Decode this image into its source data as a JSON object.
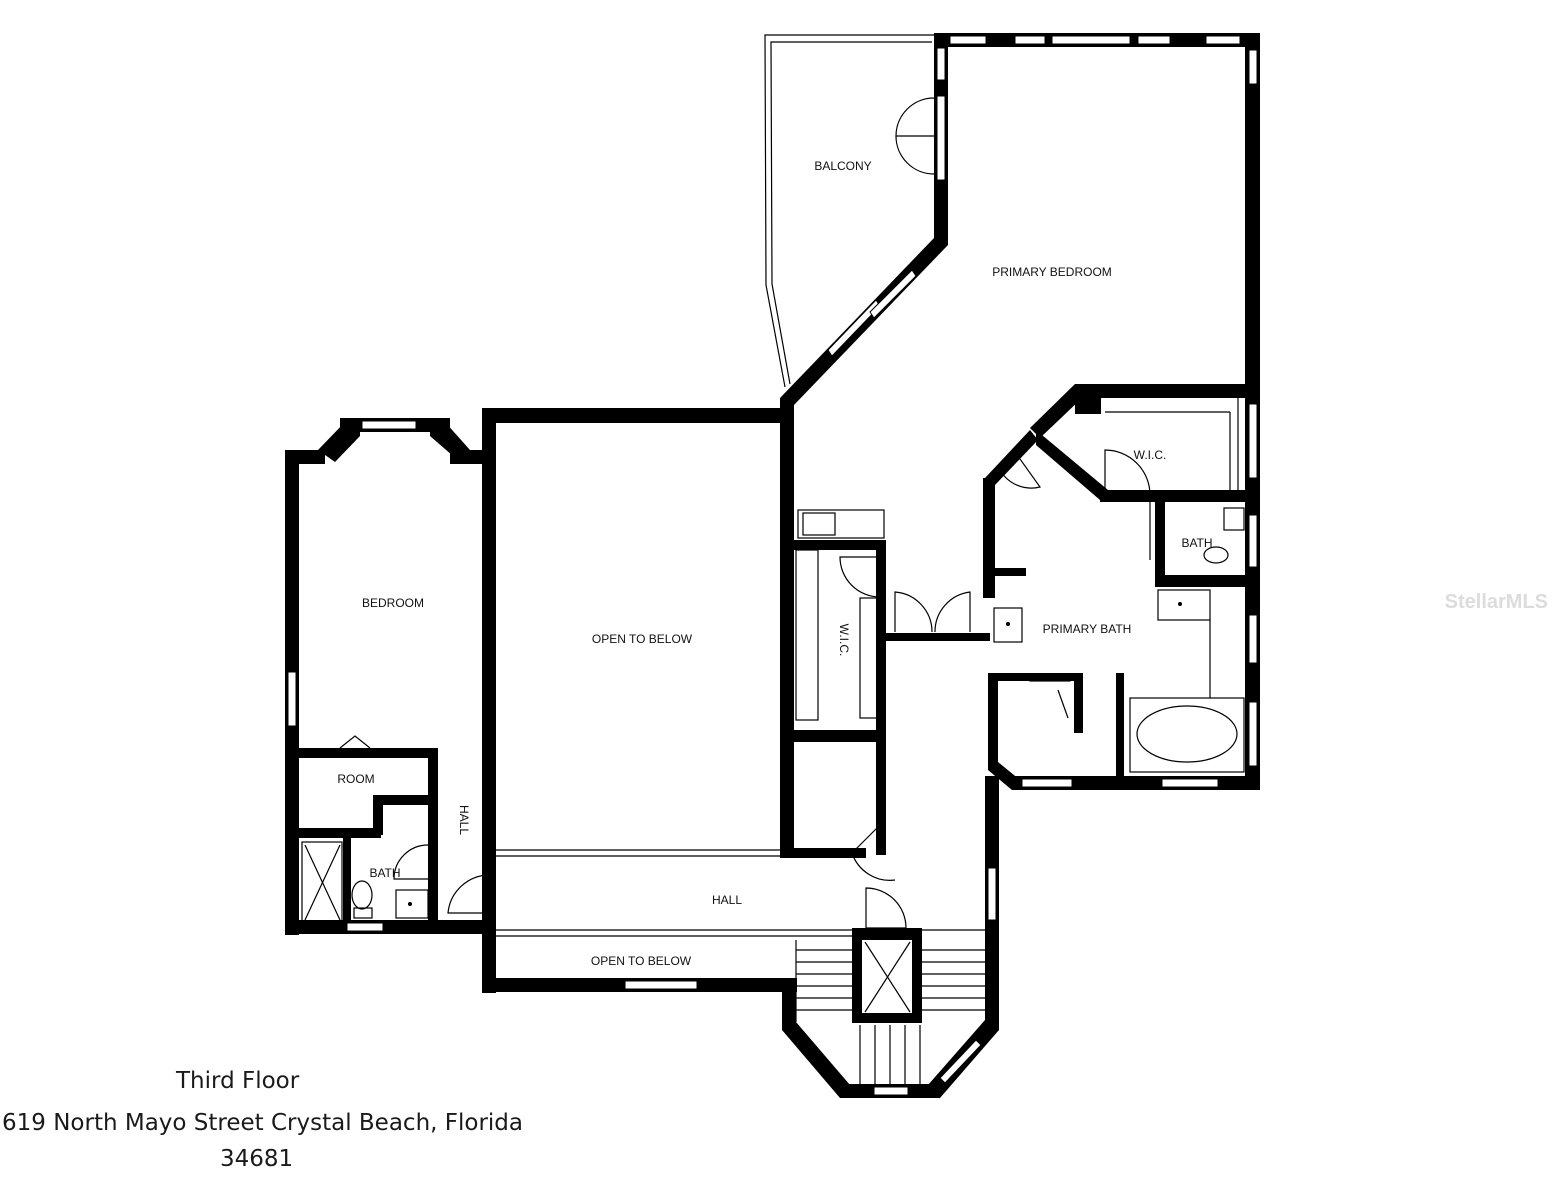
{
  "rooms": {
    "balcony": "BALCONY",
    "primary_bedroom": "PRIMARY BEDROOM",
    "wic_top": "W.I.C.",
    "bath_right": "BATH",
    "primary_bath": "PRIMARY BATH",
    "wic_mid": "W.I.C.",
    "bedroom": "BEDROOM",
    "open_to_below_main": "OPEN TO BELOW",
    "room": "ROOM",
    "hall_vertical": "HALL",
    "bath_left": "BATH",
    "hall": "HALL",
    "open_to_below_bottom": "OPEN TO BELOW"
  },
  "watermark": "StellarMLS",
  "caption": {
    "floor": "Third Floor",
    "address_line1": "619 North Mayo Street Crystal Beach, Florida",
    "address_line2": "34681"
  }
}
